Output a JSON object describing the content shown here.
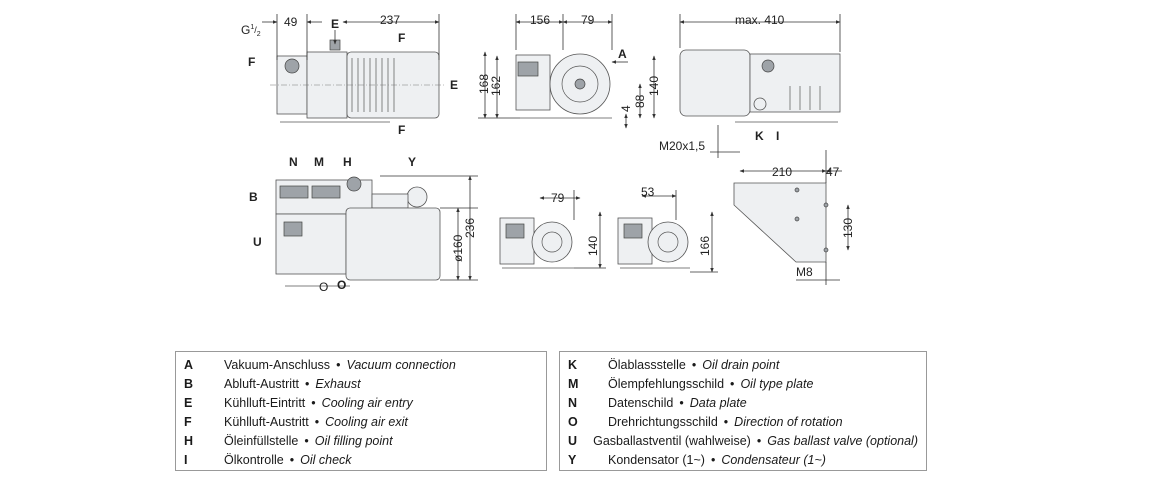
{
  "dimensions": {
    "side_top": [
      "49",
      "E",
      "237"
    ],
    "port_label": "G",
    "port_superscript": "1",
    "port_subscript": "2",
    "front_top": [
      "156",
      "79"
    ],
    "front_left": [
      "168",
      "162"
    ],
    "front_right": [
      "4",
      "88",
      "140"
    ],
    "top_max": "max. 410",
    "thread": "M20x1,5",
    "foot_top": [
      "210",
      "47"
    ],
    "foot_right": "130",
    "foot_bottom": "M8",
    "second_side_right": [
      "ø160",
      "236"
    ],
    "view2": [
      "79",
      "140"
    ],
    "view3": [
      "53",
      "166"
    ]
  },
  "callouts": {
    "side_top": [
      "F",
      "F",
      "E",
      "F"
    ],
    "front": [
      "A"
    ],
    "top_view": [
      "K",
      "I"
    ],
    "second_side": [
      "N",
      "M",
      "H",
      "Y",
      "B",
      "U",
      "O",
      "O"
    ]
  },
  "legend": {
    "left": [
      {
        "key": "A",
        "de": "Vakuum-Anschluss",
        "en": "Vacuum connection"
      },
      {
        "key": "B",
        "de": "Abluft-Austritt",
        "en": "Exhaust"
      },
      {
        "key": "E",
        "de": "Kühlluft-Eintritt",
        "en": "Cooling air entry"
      },
      {
        "key": "F",
        "de": "Kühlluft-Austritt",
        "en": "Cooling air exit"
      },
      {
        "key": "H",
        "de": "Öleinfüllstelle",
        "en": "Oil filling point"
      },
      {
        "key": "I",
        "de": "Ölkontrolle",
        "en": "Oil check"
      }
    ],
    "right": [
      {
        "key": "K",
        "de": "Ölablassstelle",
        "en": "Oil drain point"
      },
      {
        "key": "M",
        "de": "Ölempfehlungsschild",
        "en": "Oil type plate"
      },
      {
        "key": "N",
        "de": "Datenschild",
        "en": "Data plate"
      },
      {
        "key": "O",
        "de": "Drehrichtungsschild",
        "en": "Direction of rotation"
      },
      {
        "key": "U",
        "de": "Gasballastventil (wahlweise)",
        "en": "Gas ballast valve (optional)"
      },
      {
        "key": "Y",
        "de": "Kondensator  (1~)",
        "en": "Condensateur  (1~)"
      }
    ],
    "bullet": "•"
  }
}
